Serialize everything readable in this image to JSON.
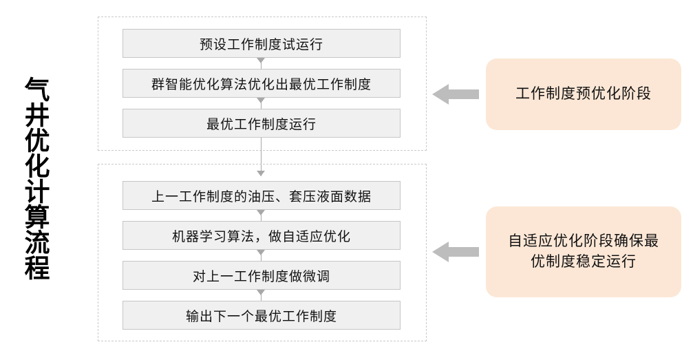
{
  "title": {
    "vertical_label": "气井优化计算流程"
  },
  "groups": [
    {
      "id": "pre-optimization",
      "steps": [
        {
          "label": "预设工作制度试运行"
        },
        {
          "label": "群智能优化算法优化出最优工作制度"
        },
        {
          "label": "最优工作制度运行"
        }
      ]
    },
    {
      "id": "adaptive-optimization",
      "steps": [
        {
          "label": "上一工作制度的油压、套压液面数据"
        },
        {
          "label": "机器学习算法，做自适应优化"
        },
        {
          "label": "对上一工作制度做微调"
        },
        {
          "label": "输出下一个最优工作制度"
        }
      ]
    }
  ],
  "callouts": [
    {
      "id": "stage-pre",
      "label": "工作制度预优化阶段"
    },
    {
      "id": "stage-adaptive",
      "label": "自适应优化阶段确保最优制度稳定运行"
    }
  ],
  "arrows": {
    "connector_icon": "down-arrow-icon",
    "callout_icon": "left-block-arrow-icon"
  },
  "colors": {
    "step_fill": "#f0f0f0",
    "step_border": "#c6c6c6",
    "group_border": "#c9c9c9",
    "callout_fill": "#fce7d6",
    "connector": "#a8a8a8",
    "block_arrow": "#bdbdbd",
    "text": "#111111",
    "background": "#ffffff"
  }
}
